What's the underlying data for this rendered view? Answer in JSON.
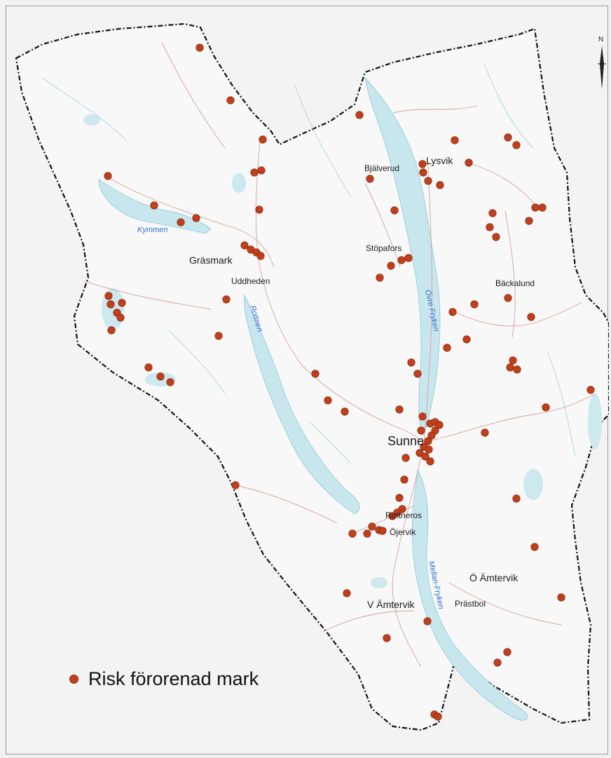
{
  "legend": {
    "label": "Risk förorenad mark",
    "color": "#c0401c"
  },
  "north_arrow": {
    "label": "N"
  },
  "places": [
    {
      "name": "Lysvik",
      "size": "medium"
    },
    {
      "name": "Bjälverud",
      "size": "small"
    },
    {
      "name": "Stöpafors",
      "size": "small"
    },
    {
      "name": "Gräsmark",
      "size": "medium"
    },
    {
      "name": "Uddheden",
      "size": "small"
    },
    {
      "name": "Bäckalund",
      "size": "small"
    },
    {
      "name": "Sunne",
      "size": "large"
    },
    {
      "name": "Rottneros",
      "size": "small"
    },
    {
      "name": "Öjervik",
      "size": "small"
    },
    {
      "name": "Ö Ämtervik",
      "size": "medium"
    },
    {
      "name": "V Ämtervik",
      "size": "medium"
    },
    {
      "name": "Prästbol",
      "size": "small"
    }
  ],
  "lakes": [
    {
      "name": "Kymmen"
    },
    {
      "name": "Rottnen"
    },
    {
      "name": "Övre Fryken"
    },
    {
      "name": "Mellan-Fryken"
    }
  ],
  "colors": {
    "border": "#111111",
    "water": "#c8e6ee",
    "road": "#d4a19a",
    "marker": "#c0401c"
  }
}
